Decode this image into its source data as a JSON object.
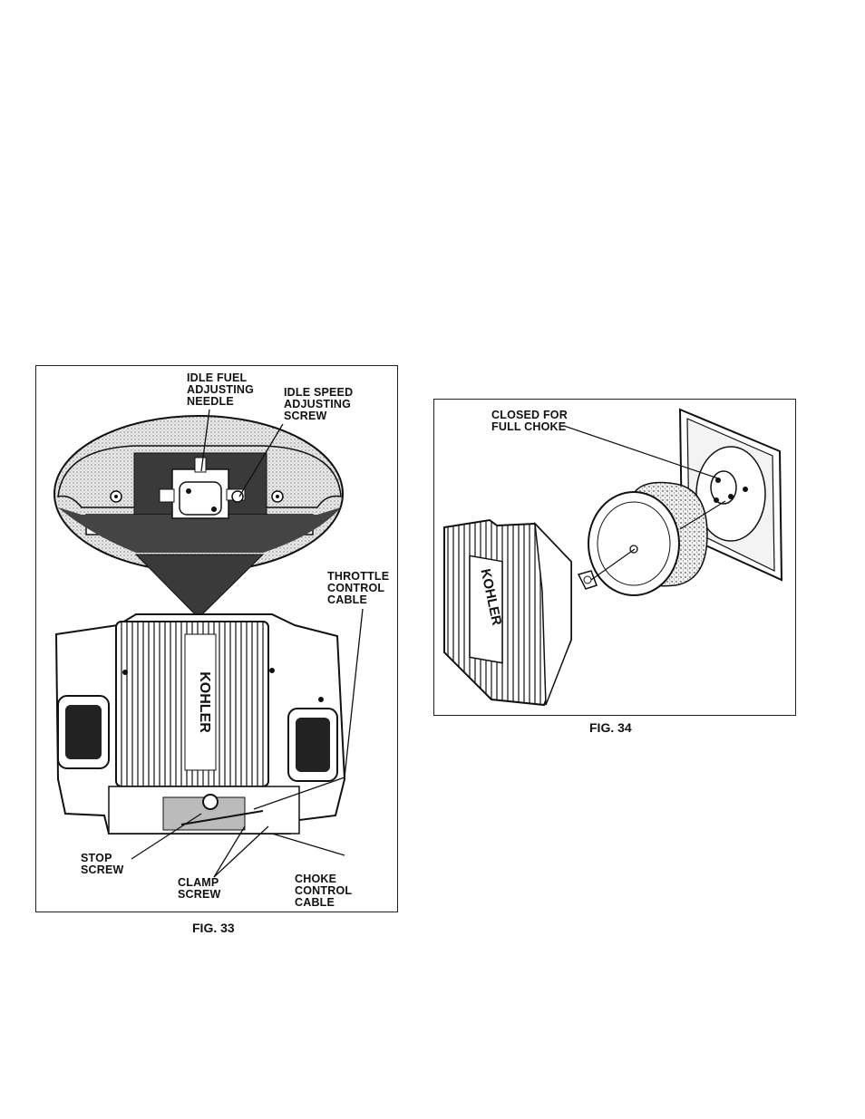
{
  "fig33": {
    "caption": "FIG. 33",
    "brand": "KOHLER",
    "labels": {
      "idle_fuel": [
        "IDLE FUEL",
        "ADJUSTING",
        "NEEDLE"
      ],
      "idle_speed": [
        "IDLE SPEED",
        "ADJUSTING",
        "SCREW"
      ],
      "throttle": [
        "THROTTLE",
        "CONTROL",
        "CABLE"
      ],
      "stop": [
        "STOP",
        "SCREW"
      ],
      "clamp": [
        "CLAMP",
        "SCREW"
      ],
      "choke": [
        "CHOKE",
        "CONTROL",
        "CABLE"
      ]
    }
  },
  "fig34": {
    "caption": "FIG. 34",
    "brand": "KOHLER",
    "labels": {
      "closed": [
        "CLOSED FOR",
        "FULL CHOKE"
      ]
    }
  }
}
